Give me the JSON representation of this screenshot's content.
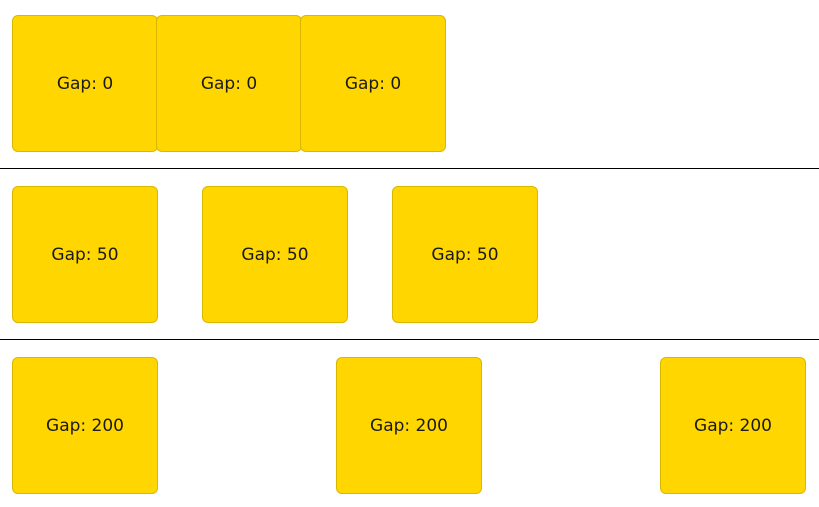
{
  "rows": [
    {
      "gap": 0,
      "labels": [
        "Gap: 0",
        "Gap: 0",
        "Gap: 0"
      ]
    },
    {
      "gap": 50,
      "labels": [
        "Gap: 50",
        "Gap: 50",
        "Gap: 50"
      ]
    },
    {
      "gap": 200,
      "labels": [
        "Gap: 200",
        "Gap: 200",
        "Gap: 200"
      ]
    }
  ],
  "colors": {
    "box_fill": "#ffd600",
    "box_border": "#d9b800",
    "divider": "#000000",
    "background": "#ffffff"
  }
}
